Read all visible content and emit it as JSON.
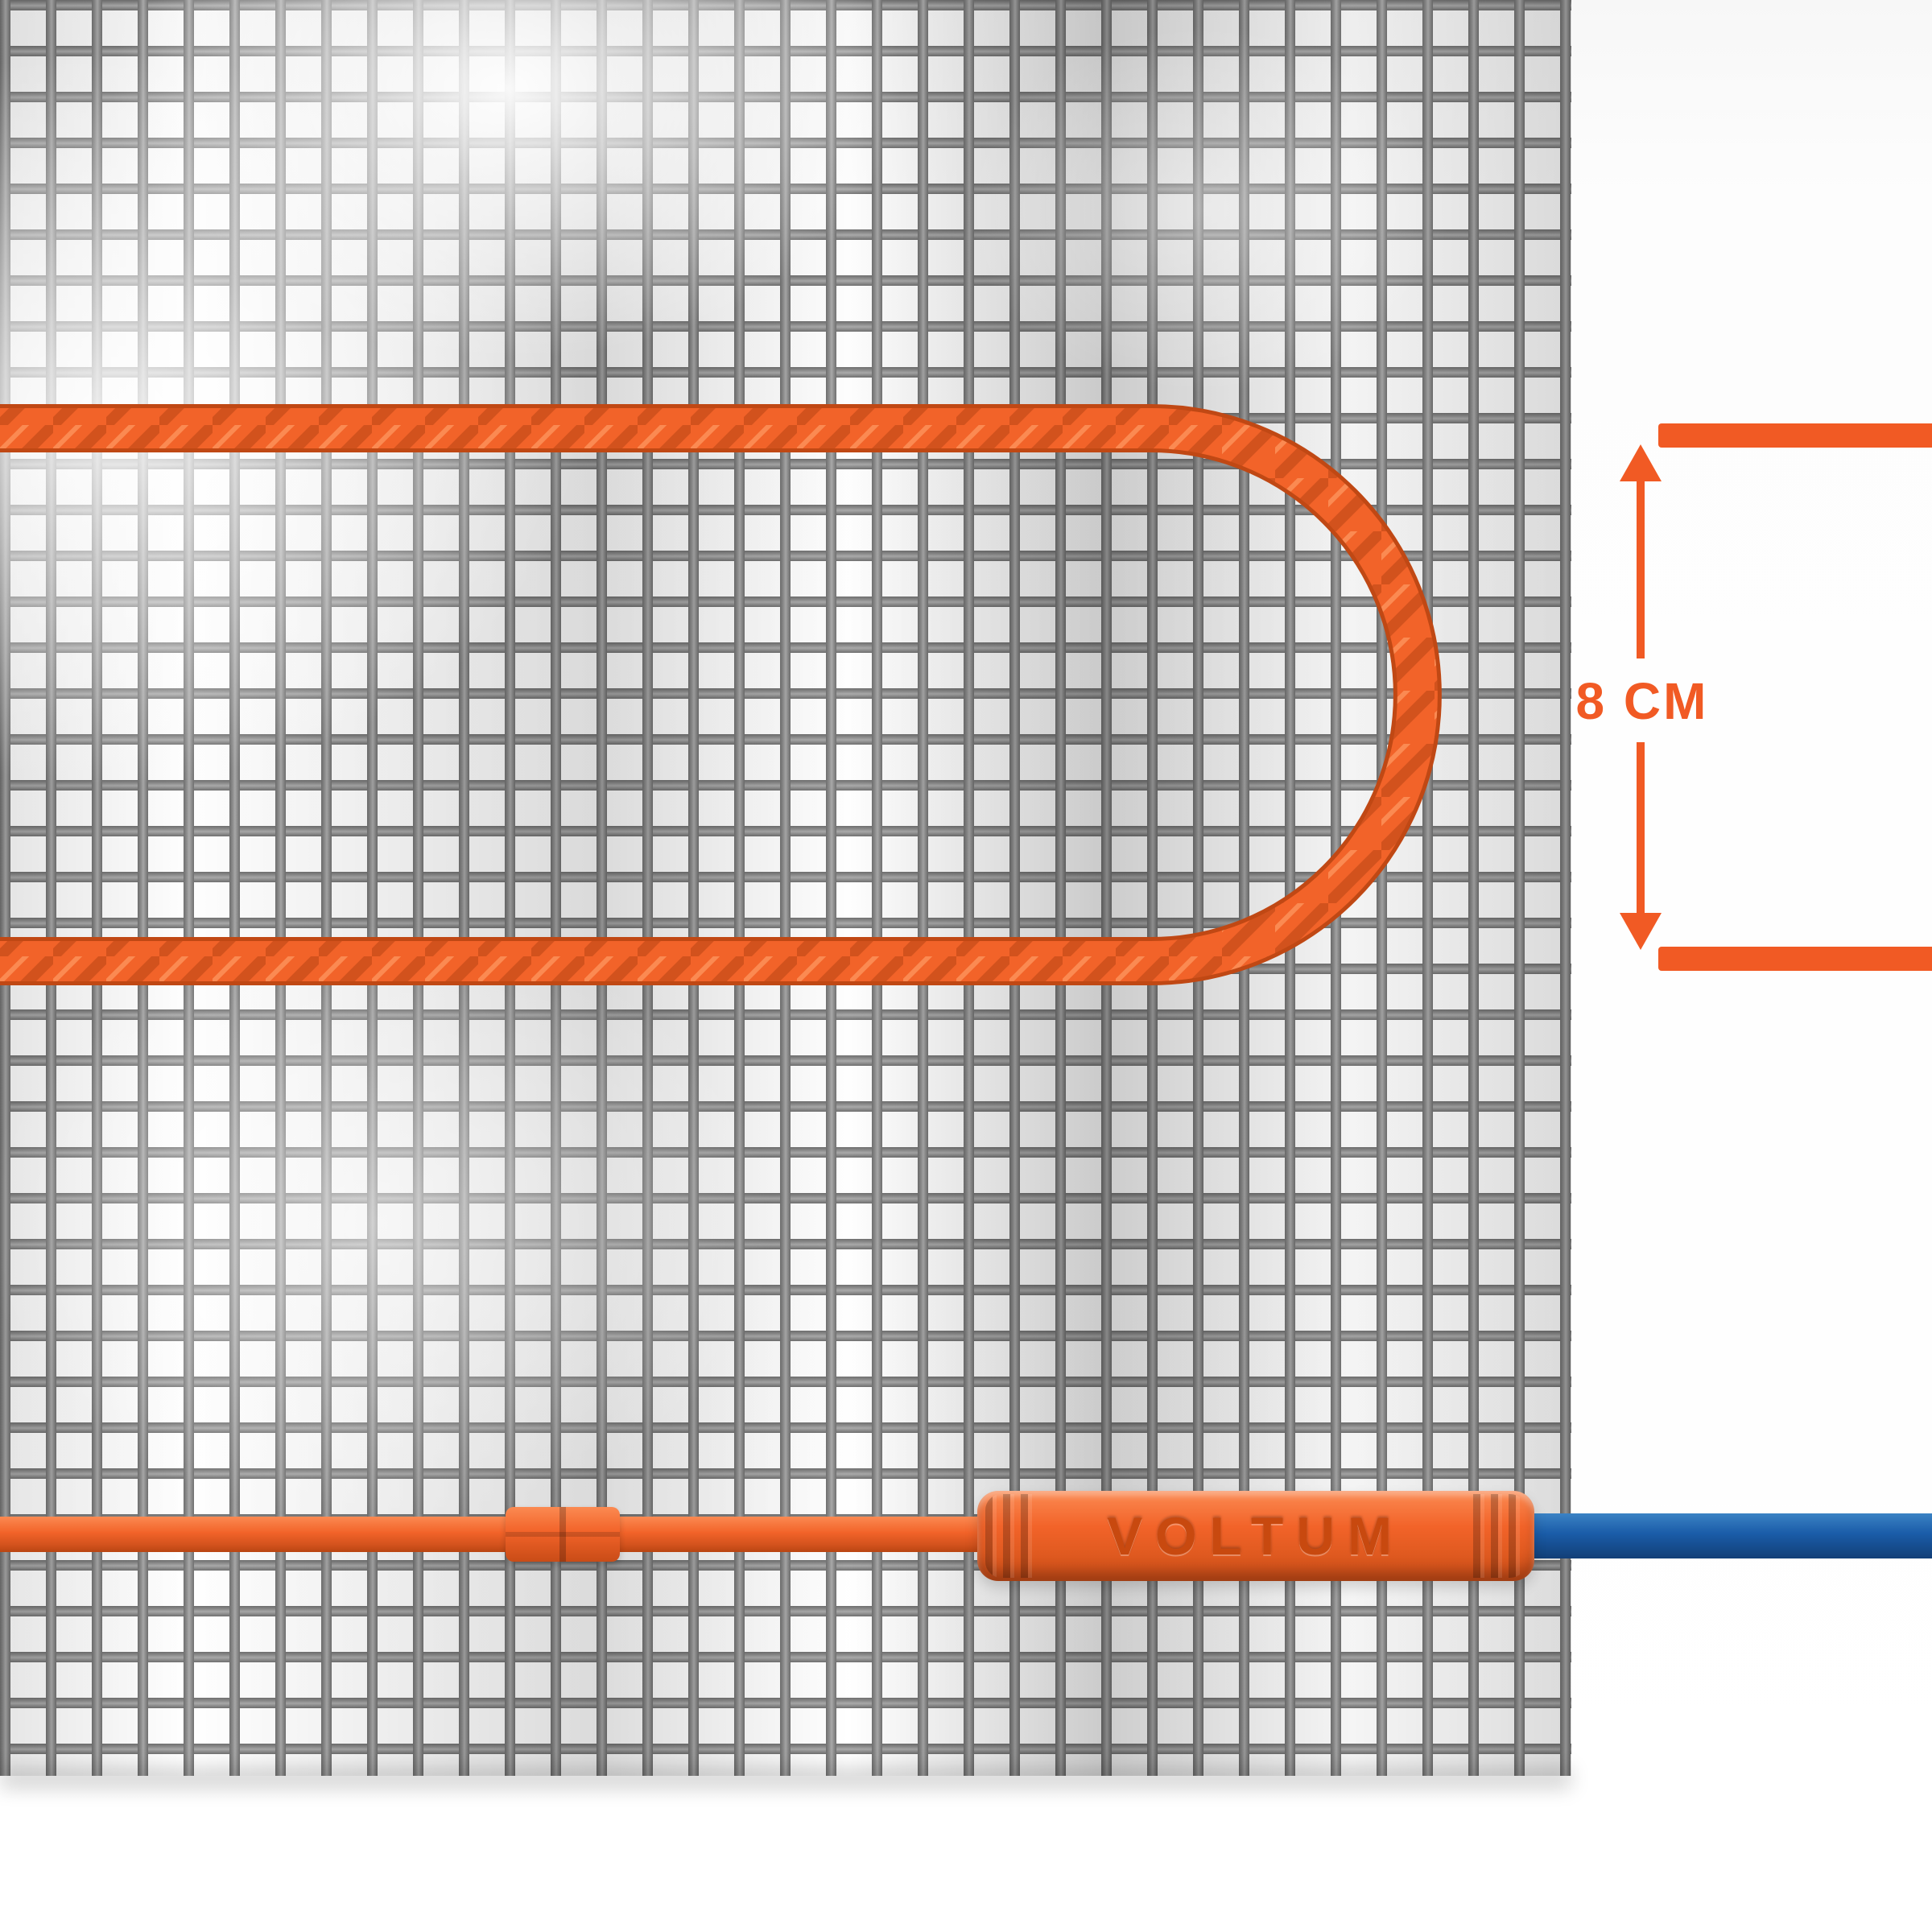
{
  "annotation": {
    "dimension_label": "8 CM"
  },
  "connector": {
    "brand_label": "VOLTUM"
  },
  "scene": {
    "description_labels": {
      "mesh": "wire-mesh-backing",
      "heating_cable": "orange-heating-cable-loop",
      "cold_lead": "orange-cold-lead-cable",
      "power_lead": "blue-power-lead-cable"
    }
  },
  "colors": {
    "cable_orange": "#F26329",
    "cable_orange_dark": "#C84A15",
    "annotation_orange": "#F15A24",
    "mesh_gray": "#8E8E8E",
    "mesh_gray_dark": "#6F6F6F",
    "power_lead_blue": "#1A5CA8",
    "background": "#FBFBFB"
  }
}
